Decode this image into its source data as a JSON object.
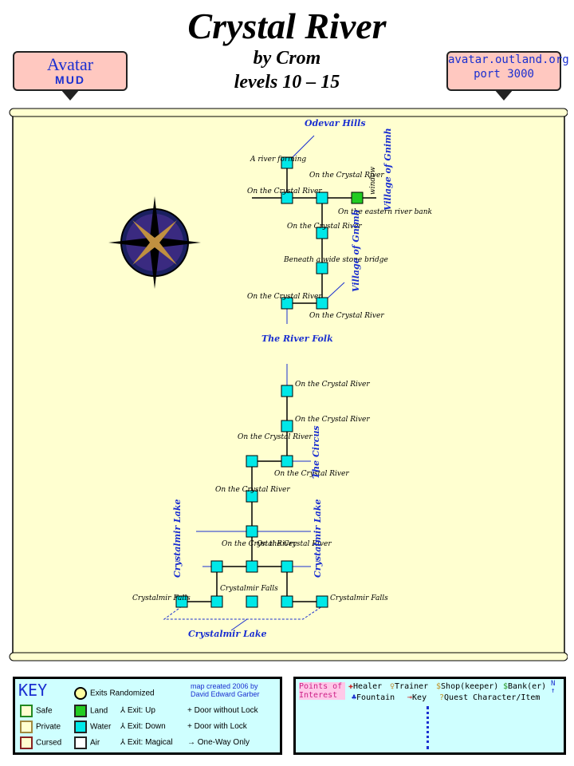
{
  "header": {
    "title": "Crystal River",
    "byline": "by Crom",
    "levels": "levels 10 – 15"
  },
  "sign_left": {
    "line1": "Avatar",
    "line2": "MUD"
  },
  "sign_right": {
    "line1": "avatar.outland.org",
    "line2": "port 3000"
  },
  "map": {
    "rooms": [
      {
        "id": "r1",
        "label": "A river forming",
        "kind": "water"
      },
      {
        "id": "r2",
        "label": "On the Crystal River",
        "kind": "water"
      },
      {
        "id": "r3",
        "label": "On the Crystal River",
        "kind": "water"
      },
      {
        "id": "r4",
        "label": "On the eastern river bank",
        "kind": "land"
      },
      {
        "id": "r5",
        "label": "On the Crystal River",
        "kind": "water"
      },
      {
        "id": "r6",
        "label": "Beneath a wide stone bridge",
        "kind": "water"
      },
      {
        "id": "r7",
        "label": "On the Crystal River",
        "kind": "water"
      },
      {
        "id": "r8",
        "label": "On the Crystal River",
        "kind": "water"
      },
      {
        "id": "r9",
        "label": "On the Crystal River",
        "kind": "water"
      },
      {
        "id": "r10",
        "label": "On the Crystal River",
        "kind": "water"
      },
      {
        "id": "r11",
        "label": "On the Crystal River",
        "kind": "water"
      },
      {
        "id": "r12",
        "label": "On the Crystal River",
        "kind": "water"
      },
      {
        "id": "r13",
        "label": "On the Crystal River",
        "kind": "water"
      },
      {
        "id": "r14",
        "label": "On the Crystal River",
        "kind": "water"
      },
      {
        "id": "r15",
        "label": "On the Crystal River",
        "kind": "water"
      },
      {
        "id": "r16",
        "label": "On the Crystal River",
        "kind": "water"
      },
      {
        "id": "r17",
        "label": "Crystalmir Falls",
        "kind": "water"
      },
      {
        "id": "r18",
        "label": "Crystalmir Falls",
        "kind": "water"
      }
    ],
    "area_links": {
      "odevar": "Odevar Hills",
      "village1": "Village of Gnimh",
      "village2": "Village of Gnimh",
      "river_folk": "The River Folk",
      "circus": "The Circus",
      "lake_w": "Crystalmir Lake",
      "lake_e": "Crystalmir Lake",
      "lake_s": "Crystalmir Lake"
    },
    "window_note": "window",
    "falls_center": "Crystalmir Falls"
  },
  "key": {
    "title": "KEY",
    "exits_randomized": "Exits Randomized",
    "credit": "map created 2006 by David Edward Garber",
    "safe": "Safe",
    "private": "Private",
    "cursed": "Cursed",
    "land": "Land",
    "water": "Water",
    "air": "Air",
    "exit_up": "Exit: Up",
    "exit_down": "Exit: Down",
    "exit_magical": "Exit: Magical",
    "door_no_lock": "Door without Lock",
    "door_lock": "Door with Lock",
    "one_way": "One-Way Only"
  },
  "poi": {
    "title": "Points of Interest",
    "healer": "Healer",
    "trainer": "Trainer",
    "shop": "Shop(keeper)",
    "bank": "Bank(er)",
    "fountain": "Fountain",
    "keyitem": "Key",
    "quest": "Quest Character/Item"
  },
  "colors": {
    "water": "#00e8e8",
    "land": "#22cc22",
    "parchment": "#ffffd0",
    "blue": "#1a2fd0"
  }
}
